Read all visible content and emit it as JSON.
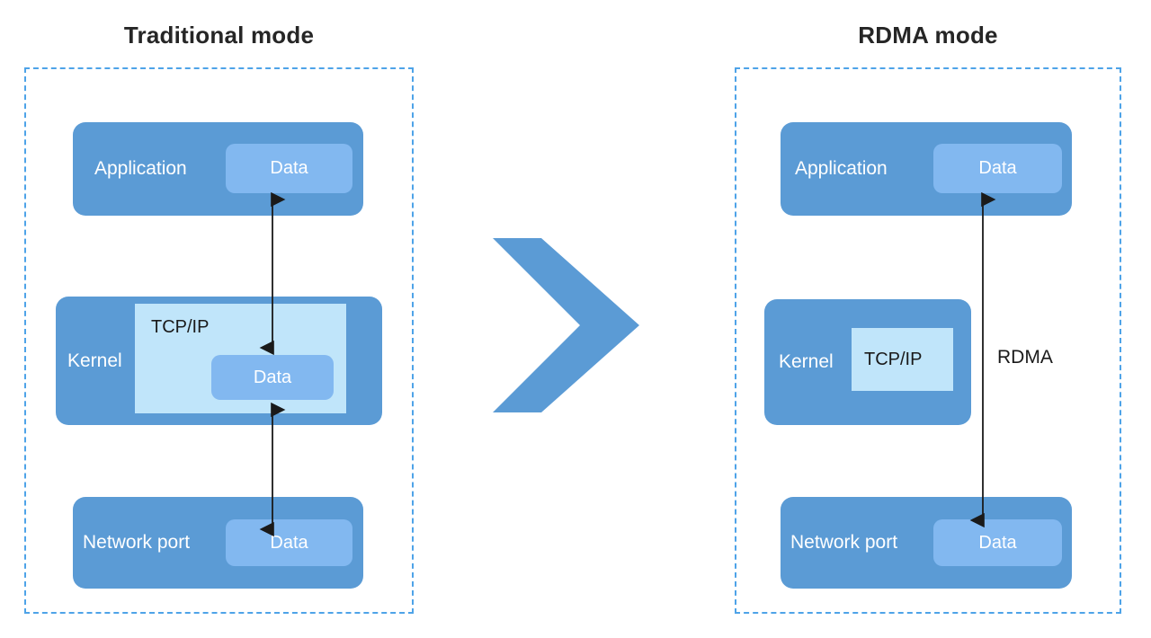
{
  "diagram": {
    "title_left": "Traditional mode",
    "title_right": "RDMA mode",
    "transition_icon": "chevron-right-icon",
    "colors": {
      "node_blue": "#5b9bd5",
      "data_chip_blue": "#82b8f0",
      "tcpip_light_blue": "#c0e5fa",
      "dashed_border_blue": "#4ea3e8",
      "arrow_black": "#1a1a1a",
      "title_text": "#262626",
      "background": "#ffffff"
    }
  },
  "traditional": {
    "application": {
      "label": "Application",
      "data_label": "Data"
    },
    "kernel": {
      "label": "Kernel",
      "stack_label": "TCP/IP",
      "data_label": "Data"
    },
    "network_port": {
      "label": "Network port",
      "data_label": "Data"
    },
    "arrows": [
      {
        "name": "app-to-kernel",
        "direction": "bidirectional"
      },
      {
        "name": "kernel-to-netport",
        "direction": "bidirectional"
      }
    ]
  },
  "rdma": {
    "application": {
      "label": "Application",
      "data_label": "Data"
    },
    "kernel": {
      "label": "Kernel",
      "stack_label": "TCP/IP"
    },
    "network_port": {
      "label": "Network port",
      "data_label": "Data"
    },
    "arrows": [
      {
        "name": "rdma-bypass",
        "direction": "bidirectional",
        "label": "RDMA"
      }
    ]
  }
}
